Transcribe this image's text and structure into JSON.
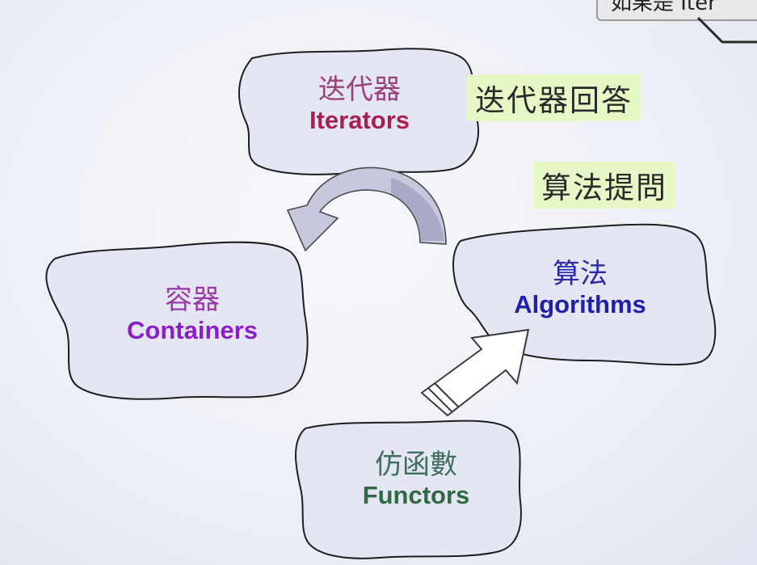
{
  "corner_tab": {
    "text": "如果是 Iter"
  },
  "nodes": {
    "iterators": {
      "zh": "迭代器",
      "en": "Iterators",
      "zh_color": "#9a3f7a",
      "en_color": "#a8204f"
    },
    "containers": {
      "zh": "容器",
      "en": "Containers",
      "zh_color": "#9a3aa8",
      "en_color": "#8a1fc7"
    },
    "algorithms": {
      "zh": "算法",
      "en": "Algorithms",
      "zh_color": "#2a2aa6",
      "en_color": "#1f1fa8"
    },
    "functors": {
      "zh": "仿函數",
      "en": "Functors",
      "zh_color": "#3f6f5c",
      "en_color": "#2f6a44"
    }
  },
  "callouts": {
    "iterator_answer": "迭代器回答",
    "algorithm_ask": "算法提問"
  },
  "colors": {
    "callout_bg": "#e6f8c6",
    "arrow_fill": "#b8b8d0",
    "cloud_outline": "#1e1e1e"
  }
}
